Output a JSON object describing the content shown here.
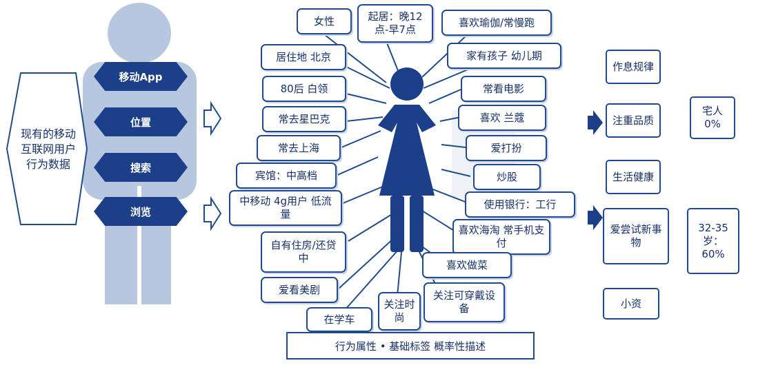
{
  "colors": {
    "primary": "#1f4b8e",
    "dark": "#1b3f88",
    "silhouette": "#b7c7e0",
    "text": "#16306a"
  },
  "source": {
    "text": "现有的移动互联网用户行为数据"
  },
  "channels": [
    {
      "label": "移动App"
    },
    {
      "label": "位置"
    },
    {
      "label": "搜索"
    },
    {
      "label": "浏览"
    }
  ],
  "tags": [
    {
      "text": "女性"
    },
    {
      "text": "起居：晚12点-早7点"
    },
    {
      "text": "喜欢瑜伽/常慢跑"
    },
    {
      "text": "居住地 北京"
    },
    {
      "text": "家有孩子 幼儿期"
    },
    {
      "text": "80后 白领"
    },
    {
      "text": "常看电影"
    },
    {
      "text": "常去星巴克"
    },
    {
      "text": "喜欢 兰蔻"
    },
    {
      "text": "常去上海"
    },
    {
      "text": "爱打扮"
    },
    {
      "text": "宾馆：中高档"
    },
    {
      "text": "炒股"
    },
    {
      "text": "中移动 4g用户 低流量"
    },
    {
      "text": "使用银行：工行"
    },
    {
      "text": "喜欢海淘 常手机支付"
    },
    {
      "text": "自有住房/还贷中"
    },
    {
      "text": "喜欢做菜"
    },
    {
      "text": "爱看美剧"
    },
    {
      "text": "关注可穿戴设备"
    },
    {
      "text": "关注时尚"
    },
    {
      "text": "在学车"
    }
  ],
  "right_boxes": [
    {
      "text": "作息规律"
    },
    {
      "text": "注重品质"
    },
    {
      "text": "生活健康"
    },
    {
      "text": "爱尝试新事物"
    },
    {
      "text": "小资"
    }
  ],
  "prob_boxes": [
    {
      "text": "宅人 0%"
    },
    {
      "text": "32-35岁：60%"
    }
  ],
  "footer": {
    "text": "行为属性 • 基础标签    概率性描述"
  }
}
